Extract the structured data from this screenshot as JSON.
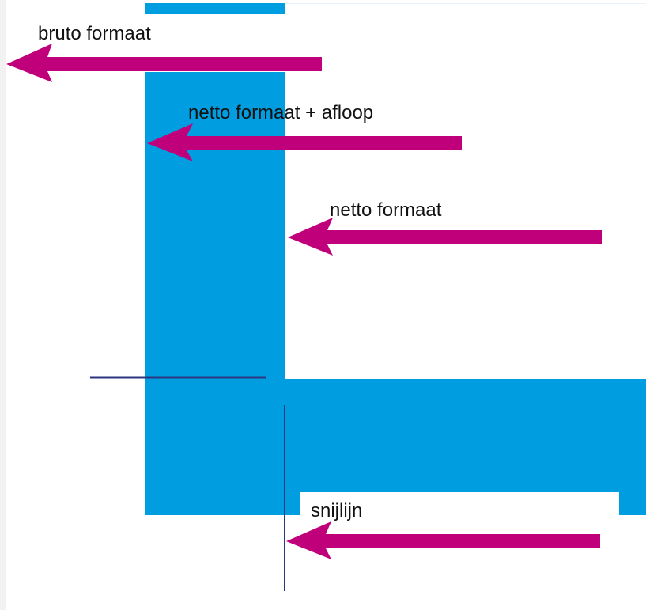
{
  "labels": {
    "bruto": "bruto formaat",
    "netto_afloop": "netto formaat + afloop",
    "netto": "netto formaat",
    "snijlijn": "snijlijn"
  },
  "colors": {
    "bleed_blue": "#009ee0",
    "arrow_magenta": "#c0007a",
    "cut_line_navy": "#2b3580",
    "page_white": "#ffffff",
    "left_margin_grey": "#f2f2f2",
    "text": "#111111"
  },
  "icons": [
    "arrow-left-icon"
  ]
}
